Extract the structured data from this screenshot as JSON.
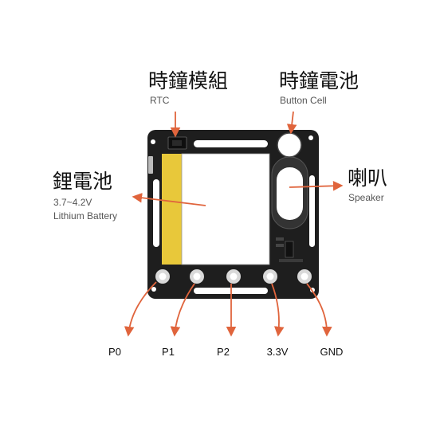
{
  "labels": {
    "rtc": {
      "cn": "時鐘模組",
      "en": "RTC"
    },
    "button_cell": {
      "cn": "時鐘電池",
      "en": "Button Cell"
    },
    "battery": {
      "cn": "鋰電池",
      "en_line1": "3.7~4.2V",
      "en_line2": "Lithium Battery"
    },
    "speaker": {
      "cn": "喇叭",
      "en": "Speaker"
    }
  },
  "pins": [
    "P0",
    "P1",
    "P2",
    "3.3V",
    "GND"
  ],
  "colors": {
    "arrow": "#e0643c",
    "board": "#1e1e1e",
    "battery": "#e8c83a",
    "screen": "#ffffff",
    "pad_ring": "#d9d9d9"
  }
}
